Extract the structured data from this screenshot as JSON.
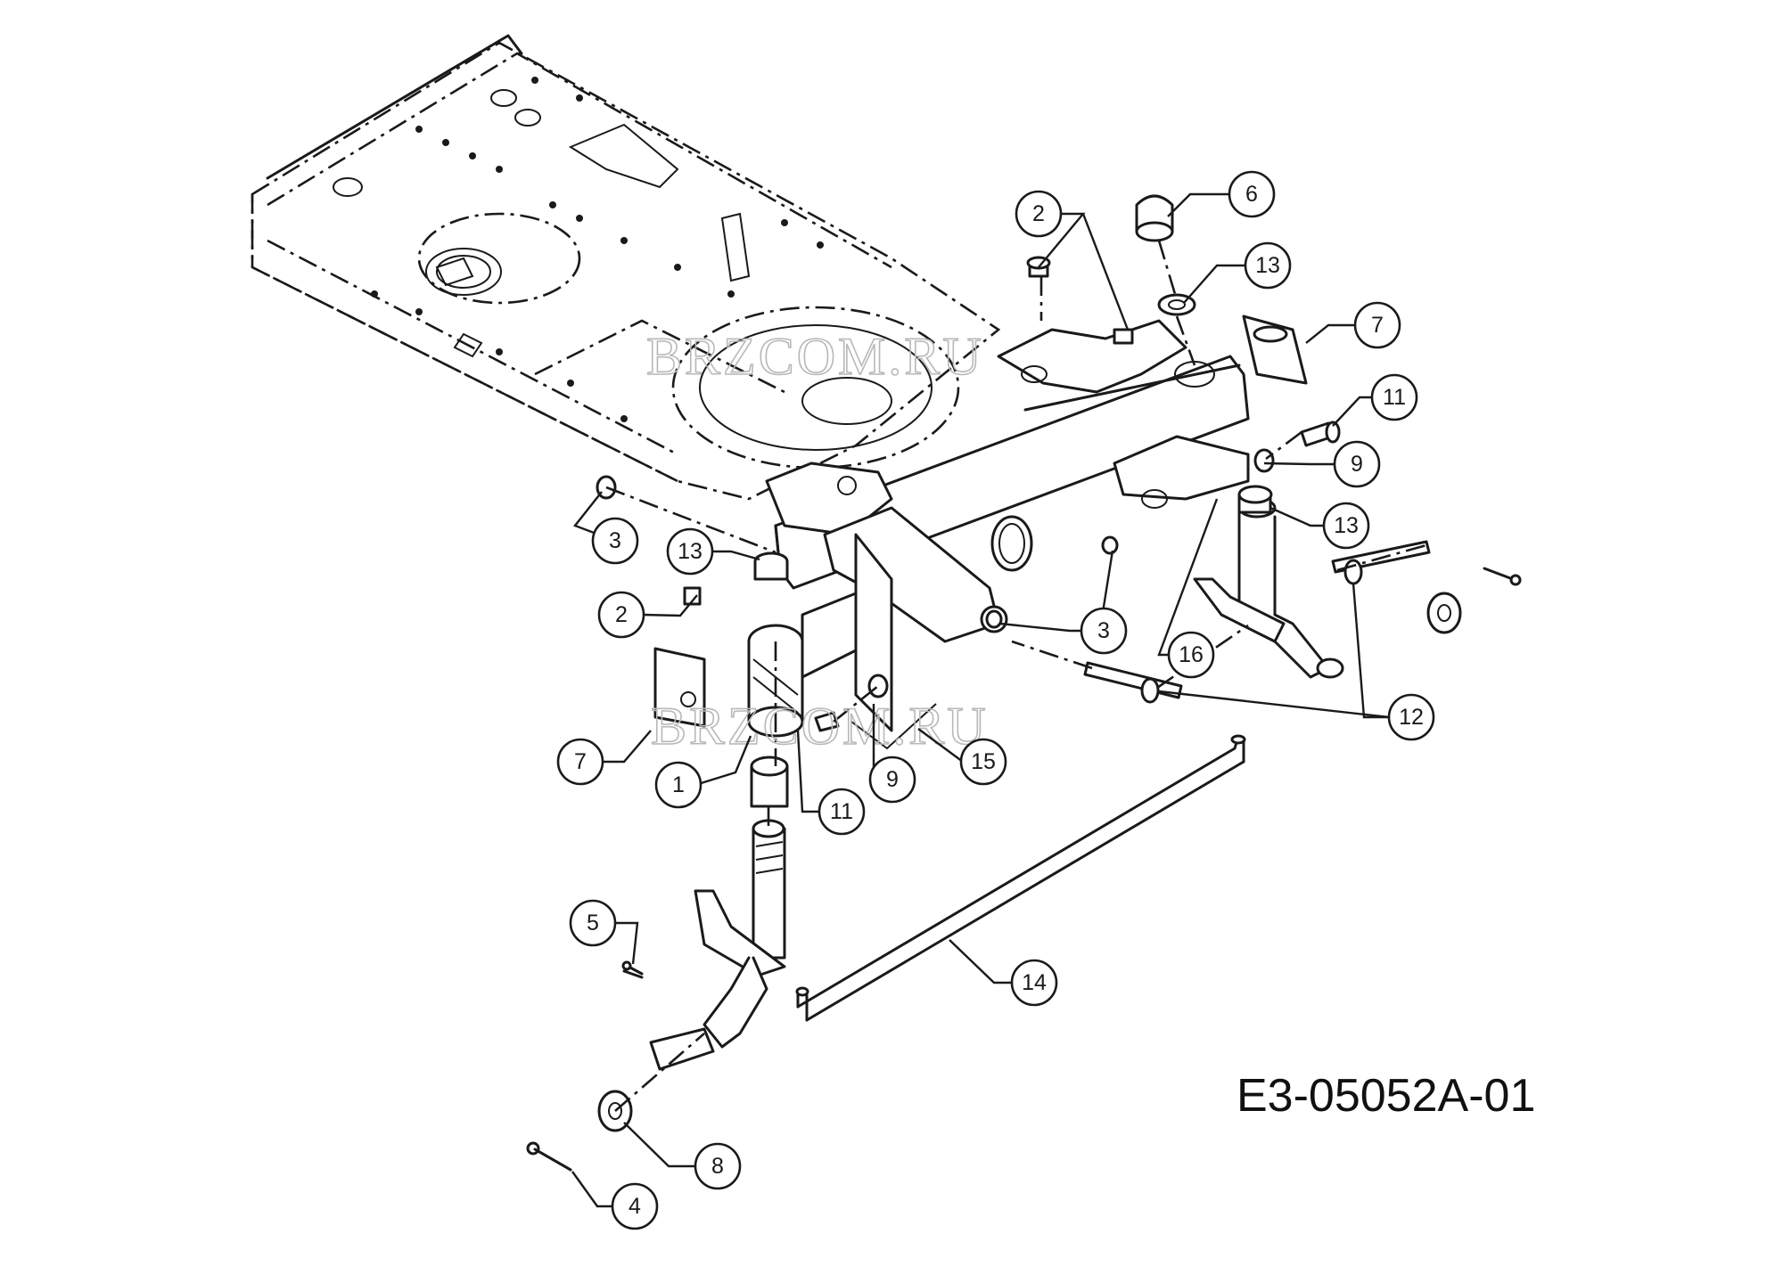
{
  "diagram": {
    "drawing_code": "E3-05052A-01",
    "watermark": "BRZCOM.RU",
    "callouts": [
      {
        "id": "c1",
        "label": "1"
      },
      {
        "id": "c2a",
        "label": "2"
      },
      {
        "id": "c2b",
        "label": "2"
      },
      {
        "id": "c3a",
        "label": "3"
      },
      {
        "id": "c3b",
        "label": "3"
      },
      {
        "id": "c4",
        "label": "4"
      },
      {
        "id": "c5",
        "label": "5"
      },
      {
        "id": "c6",
        "label": "6"
      },
      {
        "id": "c7a",
        "label": "7"
      },
      {
        "id": "c7b",
        "label": "7"
      },
      {
        "id": "c8",
        "label": "8"
      },
      {
        "id": "c9a",
        "label": "9"
      },
      {
        "id": "c9b",
        "label": "9"
      },
      {
        "id": "c11a",
        "label": "11"
      },
      {
        "id": "c11b",
        "label": "11"
      },
      {
        "id": "c12",
        "label": "12"
      },
      {
        "id": "c13a",
        "label": "13"
      },
      {
        "id": "c13b",
        "label": "13"
      },
      {
        "id": "c13c",
        "label": "13"
      },
      {
        "id": "c14",
        "label": "14"
      },
      {
        "id": "c15",
        "label": "15"
      },
      {
        "id": "c16",
        "label": "16"
      }
    ]
  }
}
